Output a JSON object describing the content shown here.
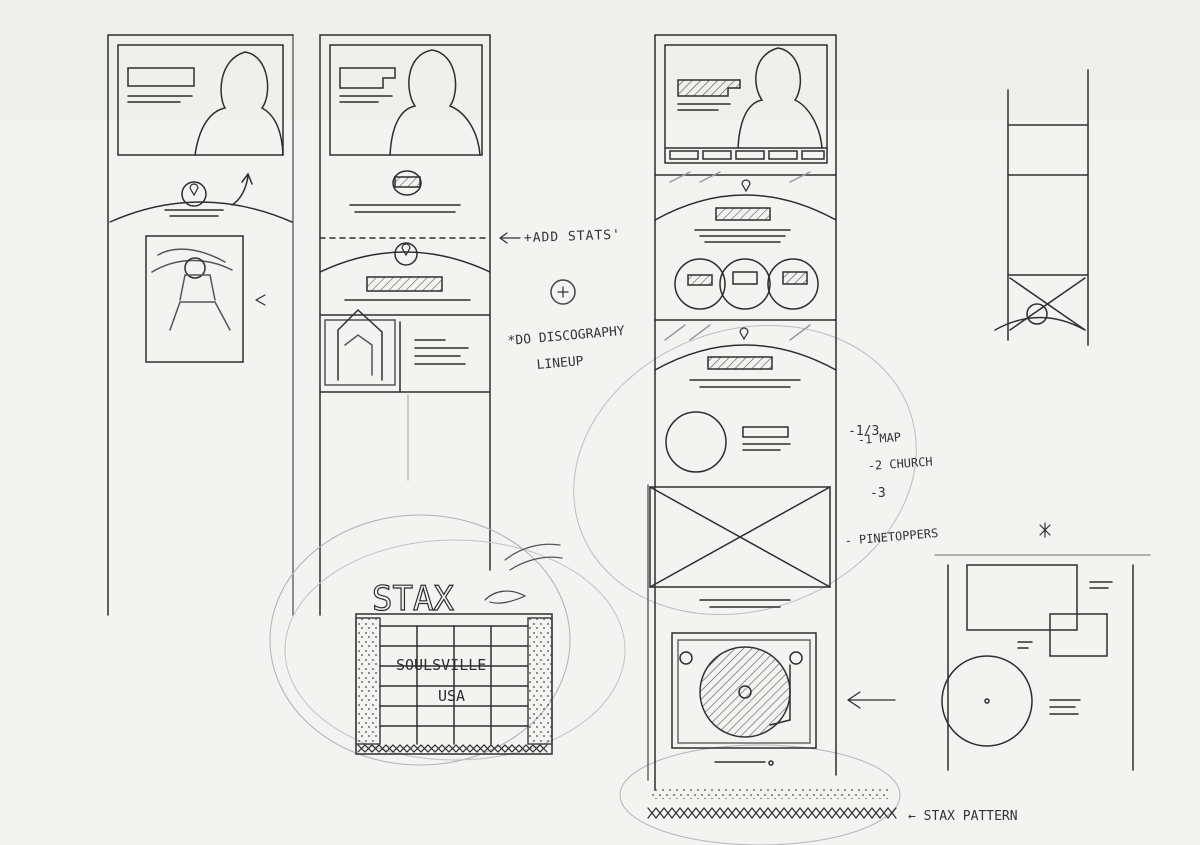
{
  "annotations": {
    "add_stats": "+ADD STATS'",
    "do_discography": "*DO DISCOGRAPHY",
    "lineup": "LINEUP",
    "note_1_3": "-1/3",
    "note_map": "-1 MAP",
    "note_church": "-2 CHURCH",
    "note_3": "-3",
    "pinetoppers": "- PINETOPPERS",
    "stax_pattern": "← STAX PATTERN"
  },
  "marquee": {
    "logo": "STAX",
    "line1": "SOULSVILLE",
    "line2": "USA"
  },
  "colors": {
    "paper": "#f3f3f1",
    "pencil": "#2e2e2e",
    "light_pencil": "#9a9a9a"
  },
  "icons": [
    "location-pin-icon",
    "plus-icon",
    "turntable-icon",
    "arrow-icon",
    "placeholder-image-icon"
  ]
}
